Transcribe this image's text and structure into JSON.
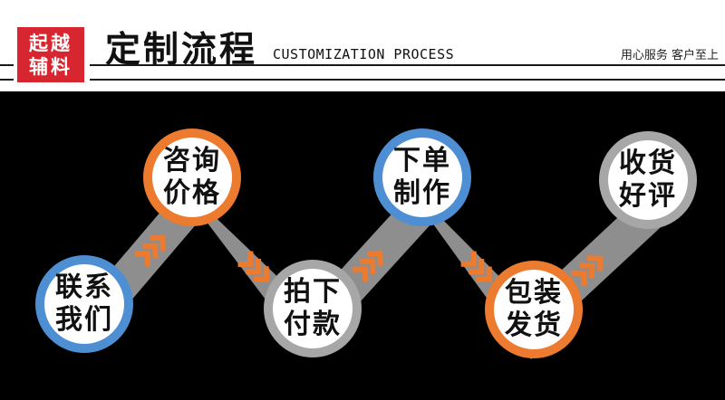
{
  "brand": {
    "line1": "起越",
    "line2": "辅料"
  },
  "header": {
    "title": "定制流程",
    "subtitle": "CUSTOMIZATION PROCESS",
    "slogan": "用心服务  客户至上"
  },
  "colors": {
    "accent_red": "#d7262f",
    "orange": "#ec7a2f",
    "blue": "#4e8fd4",
    "gray": "#a7a7a7",
    "background": "#000000"
  },
  "steps": [
    {
      "line1": "联系",
      "line2": "我们",
      "ring": "blue"
    },
    {
      "line1": "咨询",
      "line2": "价格",
      "ring": "orange"
    },
    {
      "line1": "拍下",
      "line2": "付款",
      "ring": "gray"
    },
    {
      "line1": "下单",
      "line2": "制作",
      "ring": "blue"
    },
    {
      "line1": "包装",
      "line2": "发货",
      "ring": "orange"
    },
    {
      "line1": "收货",
      "line2": "好评",
      "ring": "gray"
    }
  ],
  "connector_icon": "chevron-arrows-icon"
}
